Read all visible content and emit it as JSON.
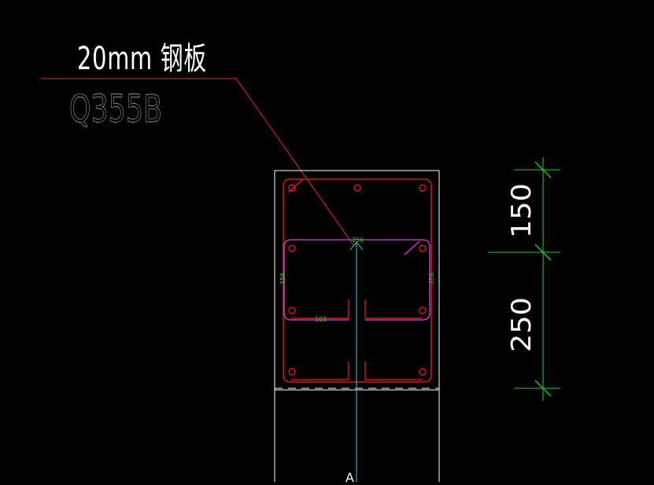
{
  "leader": {
    "line1": "20mm 钢板",
    "line2": "Q355B"
  },
  "dimensions": {
    "upper": "150",
    "lower": "250"
  },
  "small_labels": {
    "top_stirrup": "256",
    "left_stirrup": "356",
    "right_stirrup": "356",
    "bottom_bar": "103"
  },
  "axis_marker": "A",
  "colors": {
    "background": "#000000",
    "outline": "#ffffff",
    "rebar": "#ff1a1a",
    "stirrup": "#e040e0",
    "dimension": "#1fd01f",
    "dimension_text": "#ffffff",
    "axis": "#40c8d8",
    "leader_line": "#ff2020"
  }
}
